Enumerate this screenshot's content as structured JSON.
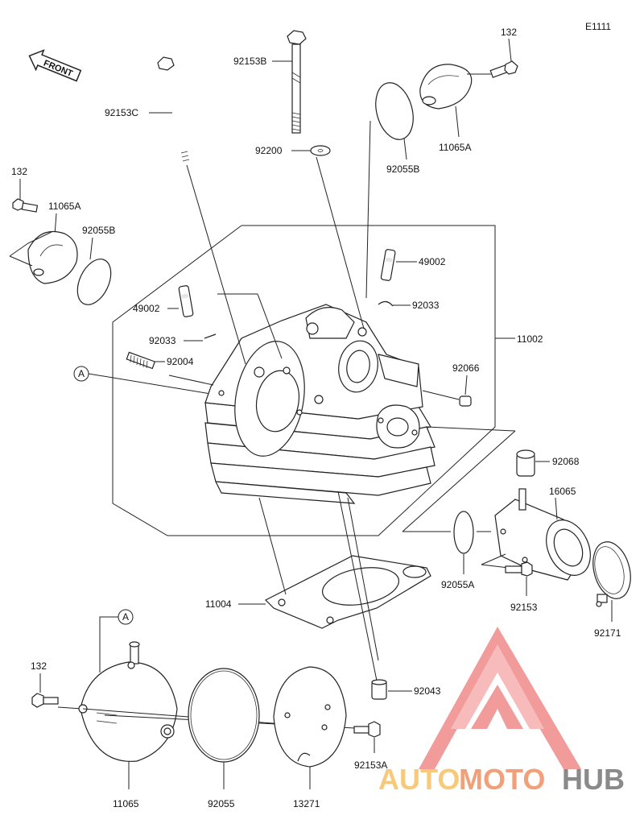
{
  "diagram_code": "E1111",
  "front_label": "FRONT",
  "circle_ref": "A",
  "parts": {
    "p_132_top": "132",
    "p_92153B": "92153B",
    "p_92153C": "92153C",
    "p_92200": "92200",
    "p_92055B_top": "92055B",
    "p_11065A_top": "11065A",
    "p_132_left": "132",
    "p_11065A_left": "11065A",
    "p_92055B_left": "92055B",
    "p_49002_right": "49002",
    "p_92033_right": "92033",
    "p_11002": "11002",
    "p_49002_left": "49002",
    "p_92033_left": "92033",
    "p_92004": "92004",
    "p_92066": "92066",
    "p_92068": "92068",
    "p_16065": "16065",
    "p_92055A": "92055A",
    "p_92153": "92153",
    "p_92171": "92171",
    "p_11004": "11004",
    "p_92043": "92043",
    "p_132_bottom": "132",
    "p_11065": "11065",
    "p_92055": "92055",
    "p_13271": "13271",
    "p_92153A": "92153A"
  },
  "watermark": {
    "text_auto": "AUTO",
    "text_moto": "MOTO",
    "text_hub": "HUB",
    "color_auto": "#f7c97a",
    "color_moto": "#f2a07a",
    "color_hub": "#8a8a8a",
    "logo_color": "#f08a8a"
  }
}
